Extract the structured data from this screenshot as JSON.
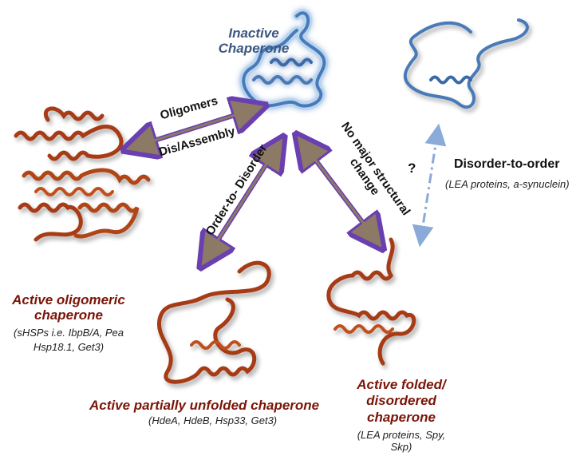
{
  "labels": {
    "inactive": "Inactive Chaperone",
    "inactive_l1": "Inactive",
    "inactive_l2": "Chaperone",
    "oligomers": "Oligomers",
    "dis_assembly": "Dis/Assembly",
    "order_to_disorder": "Order-to- Disorder",
    "no_major_l1": "No major structural",
    "no_major_l2": "change",
    "question": "?",
    "disorder_to_order": "Disorder-to-order",
    "dto_examples": "(LEA proteins, a-synuclein)",
    "olig_title_l1": "Active oligomeric",
    "olig_title_l2": "chaperone",
    "olig_ex_l1": "(sHSPs i.e. IbpB/A, Pea",
    "olig_ex_l2": "Hsp18.1, Get3)",
    "unfolded_title": "Active partially unfolded chaperone",
    "unfolded_ex": "(HdeA, HdeB, Hsp33, Get3)",
    "folded_l1": "Active folded/",
    "folded_l2": "disordered",
    "folded_l3": "chaperone",
    "folded_ex_l1": "(LEA proteins, Spy,",
    "folded_ex_l2": "Skp)"
  },
  "colors": {
    "active_protein": "#a63a12",
    "active_protein_light": "#e07a3c",
    "inactive_protein": "#4a7ab8",
    "inactive_glow": "#b8d4f0",
    "arrow_fill": "#8c7a66",
    "arrow_outline": "#6a3fb0",
    "dashed_arrow": "#8aaad8",
    "title_red": "#7a1508",
    "title_blue": "#3c5780"
  }
}
